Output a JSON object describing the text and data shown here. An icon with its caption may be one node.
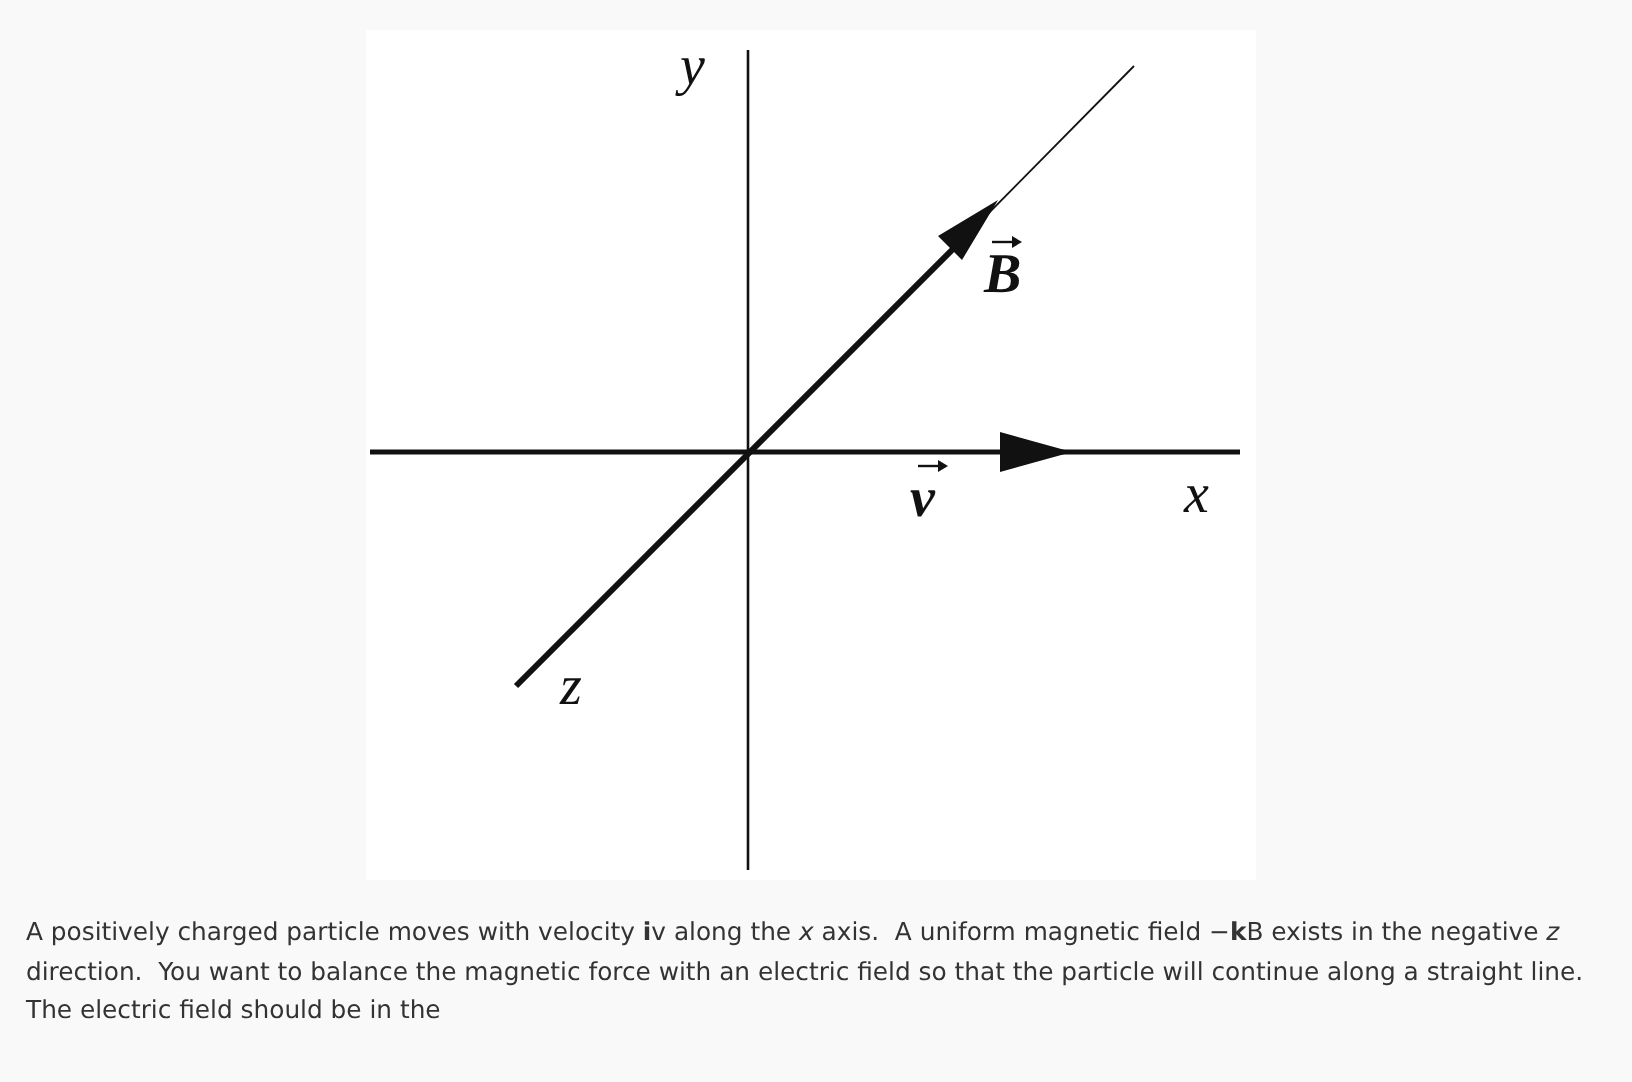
{
  "diagram": {
    "caption": "A positively charged particle moves with velocity **i**v along the *x* axis.  A uniform magnetic field −**k**B exists in the negative *z* direction.  You want to balance the magnetic force with an electric field so that the particle will continue along a straight line. The electric field should be in the",
    "labels": [
      "y",
      "B⃗",
      "v⃗",
      "x",
      "z"
    ]
  }
}
